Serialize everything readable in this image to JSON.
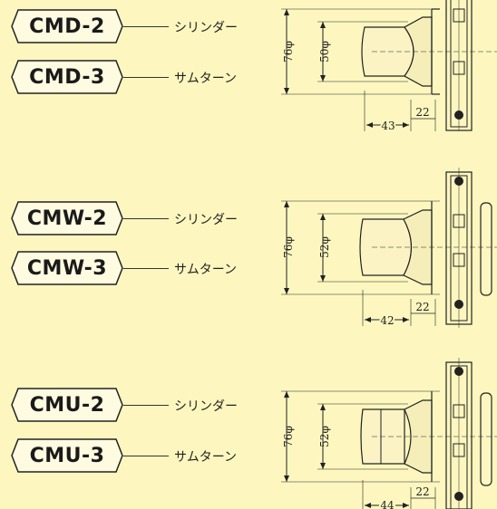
{
  "models": [
    {
      "group": "CMD",
      "cylinder_code": "CMD-2",
      "cylinder_label": "シリンダー",
      "thumbturn_code": "CMD-3",
      "thumbturn_label": "サムターン",
      "outer_dia": "76φ",
      "knob_dia": "50φ",
      "projection": "43",
      "rose": "22"
    },
    {
      "group": "CMW",
      "cylinder_code": "CMW-2",
      "cylinder_label": "シリンダー",
      "thumbturn_code": "CMW-3",
      "thumbturn_label": "サムターン",
      "outer_dia": "76φ",
      "knob_dia": "52φ",
      "projection": "42",
      "rose": "22"
    },
    {
      "group": "CMU",
      "cylinder_code": "CMU-2",
      "cylinder_label": "シリンダー",
      "thumbturn_code": "CMU-3",
      "thumbturn_label": "サムターン",
      "outer_dia": "76φ",
      "knob_dia": "52φ",
      "projection": "44",
      "rose": "22"
    }
  ],
  "colors": {
    "background": "#fdf7bf",
    "ink": "#222222"
  }
}
